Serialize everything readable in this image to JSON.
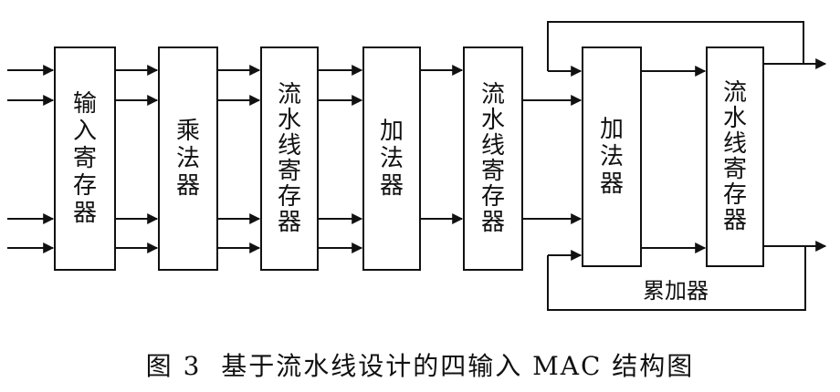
{
  "blocks": [
    {
      "id": "input-register",
      "label": "输入寄存器"
    },
    {
      "id": "multiplier",
      "label": "乘法器"
    },
    {
      "id": "pipeline-register-1",
      "label": "流水线寄存器"
    },
    {
      "id": "adder-1",
      "label": "加法器"
    },
    {
      "id": "pipeline-register-2",
      "label": "流水线寄存器"
    },
    {
      "id": "adder-2",
      "label": "加法器"
    },
    {
      "id": "pipeline-register-3",
      "label": "流水线寄存器"
    }
  ],
  "accumulator": {
    "label": "累加器"
  },
  "caption": "图 3  基于流水线设计的四输入 MAC 结构图"
}
